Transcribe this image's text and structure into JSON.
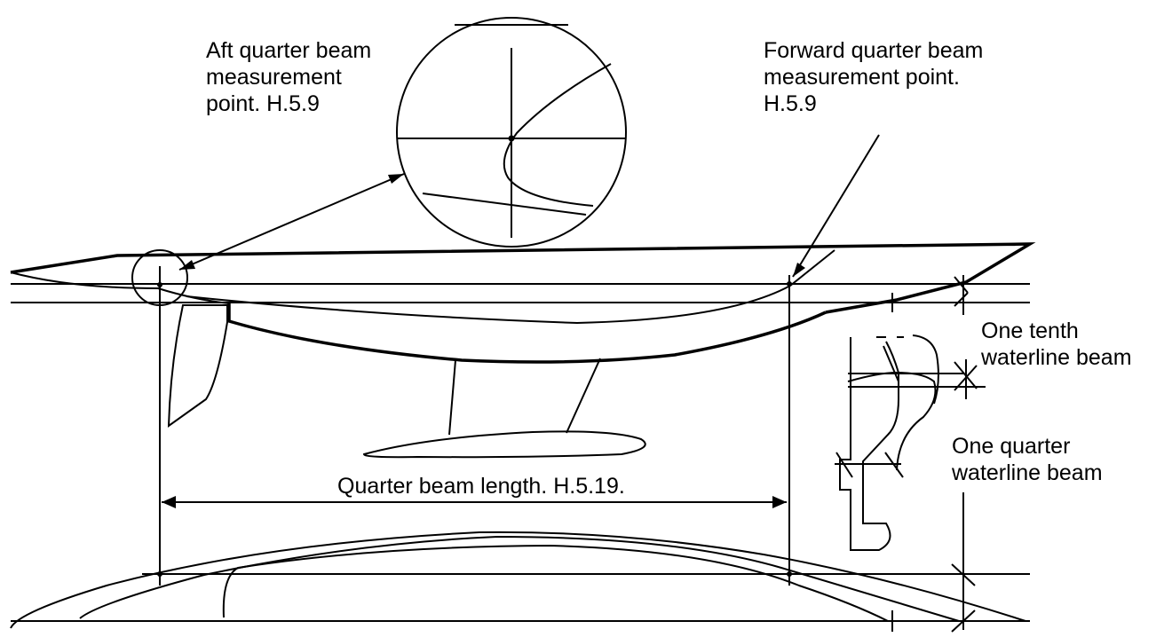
{
  "labels": {
    "aft_point": [
      "Aft quarter beam",
      "measurement",
      "point. H.5.9"
    ],
    "forward_point": [
      "Forward quarter beam",
      "measurement point.",
      "H.5.9"
    ],
    "one_tenth": [
      "One tenth",
      "waterline beam"
    ],
    "one_quarter": [
      "One quarter",
      "waterline beam"
    ],
    "quarter_beam_length": "Quarter beam length. H.5.19."
  }
}
